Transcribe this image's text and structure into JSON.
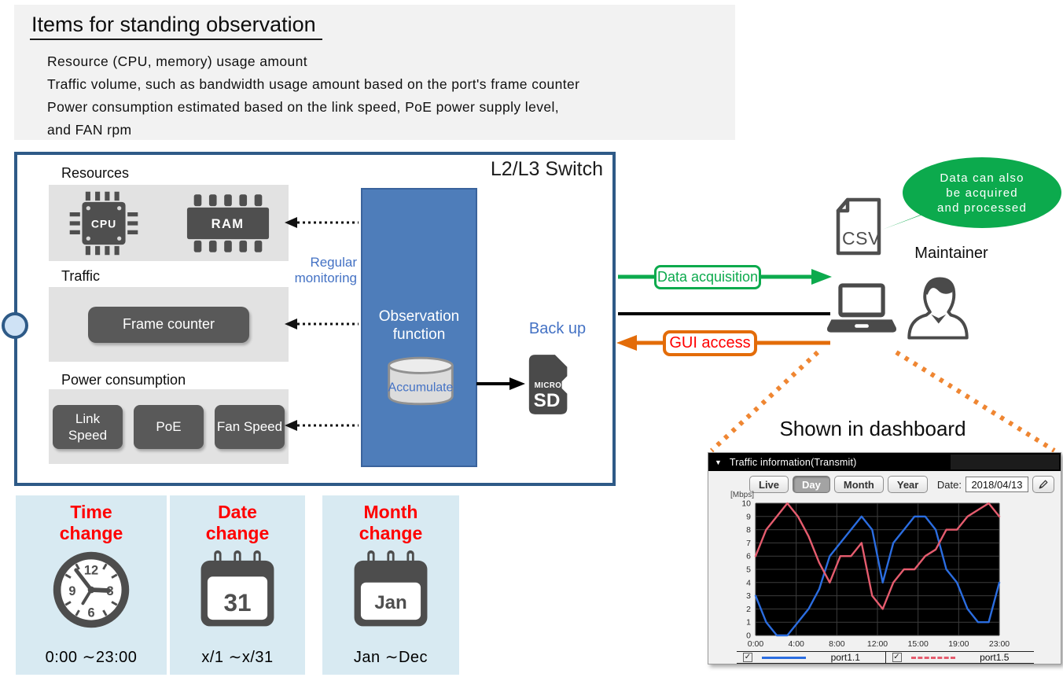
{
  "top_panel": {
    "title": "Items for standing observation",
    "lines": [
      "Resource (CPU, memory) usage amount",
      "Traffic volume, such as bandwidth usage amount based on the port's frame counter",
      "Power consumption estimated based on the link speed, PoE power supply level,",
      "and FAN rpm"
    ]
  },
  "switch": {
    "title": "L2/L3 Switch",
    "sections": [
      {
        "label": "Resources"
      },
      {
        "label": "Traffic",
        "chip": "Frame counter"
      },
      {
        "label": "Power consumption",
        "chips": [
          "Link Speed",
          "PoE",
          "Fan Speed"
        ]
      }
    ],
    "cpu_label": "CPU",
    "ram_label": "RAM",
    "regular_monitoring": "Regular monitoring",
    "observation_function": "Observation function",
    "accumulate": "Accumulate",
    "backup": "Back up",
    "sd_micro": "MICRO",
    "sd_sd": "SD"
  },
  "flows": {
    "data_acquisition": "Data acquisition",
    "gui_access": "GUI access"
  },
  "right_side": {
    "bubble_lines": [
      "Data can also",
      "be acquired",
      "and processed"
    ],
    "csv_label": "CSV",
    "maintainer": "Maintainer"
  },
  "dashboard": {
    "heading": "Shown in dashboard",
    "titlebar": "Traffic information(Transmit)",
    "caret": "▼",
    "buttons": [
      "Live",
      "Day",
      "Month",
      "Year"
    ],
    "active_button": "Day",
    "date_label": "Date:",
    "date_value": "2018/04/13",
    "legend": [
      {
        "port": "port1.1",
        "checked": true,
        "swatch": "solid",
        "check_glyph": "✓"
      },
      {
        "port": "port1.5",
        "checked": true,
        "swatch": "dashed",
        "check_glyph": "✓"
      }
    ]
  },
  "chart_data": {
    "type": "line",
    "title": "Traffic information(Transmit)",
    "unit_label": "[Mbps]",
    "x_tick_labels": [
      "0:00",
      "4:00",
      "8:00",
      "12:00",
      "15:00",
      "19:00",
      "23:00"
    ],
    "ylim": [
      0,
      10
    ],
    "y_tick_step": 1,
    "points_per_series": 24,
    "grid": true,
    "legend_position": "bottom",
    "plot_background": "#000000",
    "grid_color": "#3d3d3d",
    "series": [
      {
        "name": "port1.1",
        "color": "#2b6de0",
        "line_style": "solid",
        "values": [
          3,
          1,
          0,
          0,
          1,
          2,
          3.5,
          6,
          7,
          8,
          9,
          8,
          4,
          7,
          8,
          9,
          9,
          8,
          5,
          4,
          2,
          1,
          1,
          4
        ]
      },
      {
        "name": "port1.5",
        "color": "#e55c6e",
        "line_style": "solid",
        "values": [
          6,
          8,
          9,
          10,
          9,
          7.5,
          5.5,
          4,
          6,
          6,
          7,
          3,
          2,
          4,
          5,
          5,
          6,
          6.5,
          8,
          8,
          9,
          9.5,
          10,
          9
        ]
      }
    ]
  },
  "bottom_cards": [
    {
      "title": "Time change",
      "icon": "clock",
      "range": "0:00 ∼23:00",
      "clock_numbers": [
        "12",
        "3",
        "6",
        "9"
      ]
    },
    {
      "title": "Date change",
      "icon": "calendar",
      "calendar_text": "31",
      "range": "x/1 ∼x/31"
    },
    {
      "title": "Month change",
      "icon": "calendar",
      "calendar_text": "Jan",
      "range": "Jan ∼Dec"
    }
  ],
  "colors": {
    "switch_border": "#2e5a87",
    "observation_box": "#4e7dba",
    "gray_panel": "#e2e2e2",
    "dark_chip": "#595959",
    "accent_blue": "#4472c4",
    "green": "#0caa4d",
    "orange": "#e36c09",
    "red_text": "#ff0000",
    "card_bg": "#d8eaf2",
    "icon_gray": "#4a4a4a"
  }
}
